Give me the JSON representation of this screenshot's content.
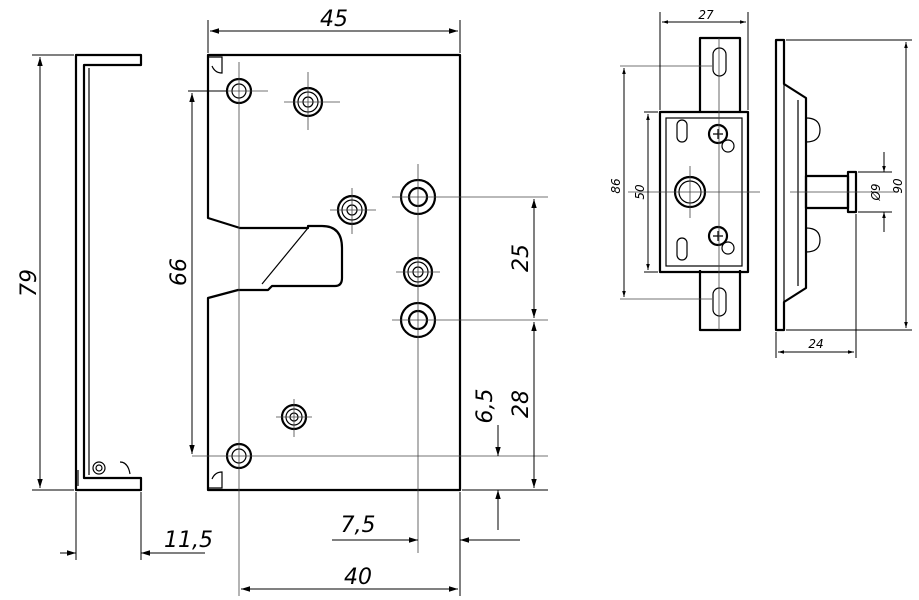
{
  "drawing": {
    "left_view": {
      "height_label": "79",
      "plate_height_label": "66",
      "width_label": "45",
      "bottom_width_label": "40",
      "side_thickness_label": "11,5",
      "offset_small_label": "7,5",
      "hole_spacing_label": "25",
      "lower_height_label": "28",
      "bottom_offset_label": "6,5"
    },
    "right_view": {
      "top_width_label": "27",
      "overall_height_label": "86",
      "inner_height_label": "50",
      "side_height_label": "90",
      "diameter_label": "Ø9",
      "depth_label": "24"
    }
  }
}
